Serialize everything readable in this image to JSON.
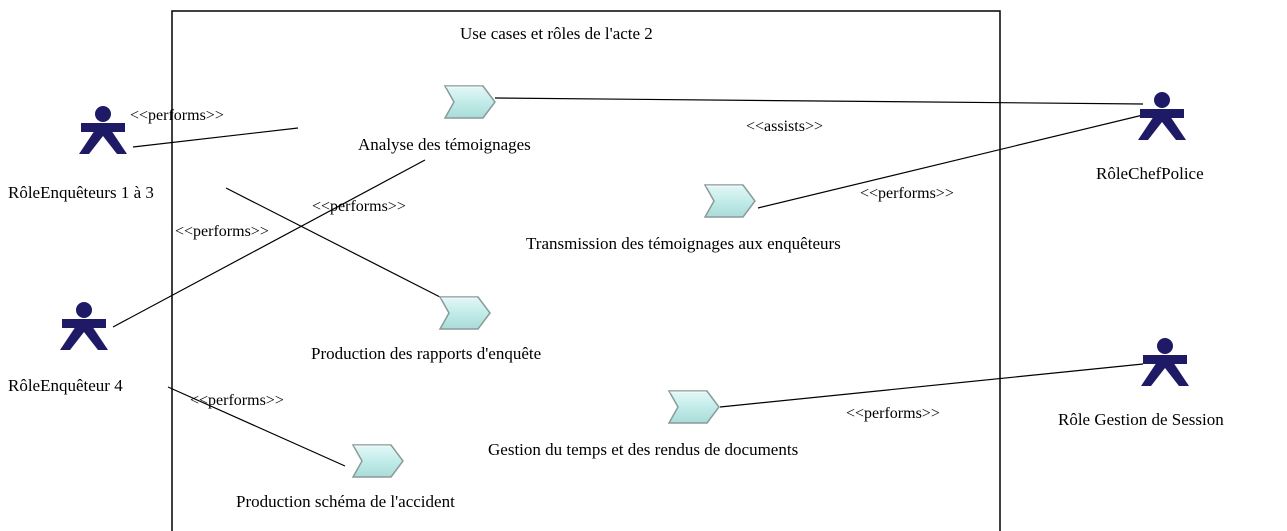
{
  "system": {
    "title": "Use cases et rôles de l'acte 2"
  },
  "actors": {
    "enqueteurs_1_3": "RôleEnquêteurs 1 à 3",
    "enqueteur_4": "RôleEnquêteur 4",
    "chef_police": "RôleChefPolice",
    "gestion_session": "Rôle Gestion de Session"
  },
  "use_cases": {
    "analyse": "Analyse des témoignages",
    "transmission": "Transmission des témoignages aux enquêteurs",
    "rapports": "Production des rapports d'enquête",
    "gestion_temps": "Gestion du temps et des rendus de documents",
    "schema": "Production schéma de l'accident"
  },
  "stereotypes": {
    "performs_1": "<<performs>>",
    "assists": "<<assists>>",
    "performs_2": "<<performs>>",
    "performs_3": "<<performs>>",
    "performs_4": "<<performs>>",
    "performs_5": "<<performs>>",
    "performs_6": "<<performs>>"
  },
  "colors": {
    "actor_fill": "#1f1a66",
    "usecase_fill": "#c2ece9",
    "usecase_stroke": "#8a9a9a",
    "line": "#000000"
  }
}
